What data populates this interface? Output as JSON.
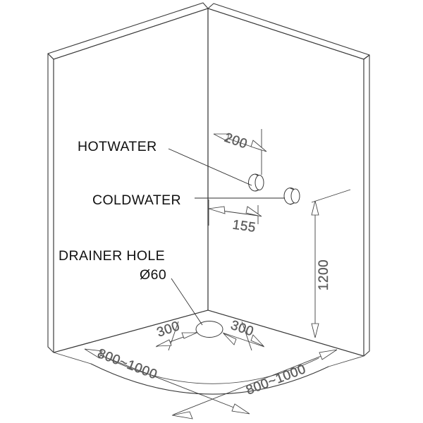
{
  "drawing": {
    "type": "isometric-technical-drawing",
    "subject": "corner shower enclosure with two wall panels and curved shower tray",
    "units": "mm",
    "line_color": "#3a3a3a",
    "dim_text_color": "#5c5c5c",
    "label_text_color": "#111111",
    "background": "#ffffff"
  },
  "labels": {
    "hot_water": "HOTWATER",
    "cold_water": "COLDWATER",
    "drainer_hole": "DRAINER HOLE",
    "drainer_diameter": "Ø60"
  },
  "dimensions": {
    "hot_offset_from_corner": "200",
    "cold_offset_from_corner": "155",
    "wall_height": "1200",
    "drain_left_offset": "300",
    "drain_right_offset": "300",
    "tray_width_left": "800~1000",
    "tray_width_right": "800~1000"
  },
  "components": {
    "hot_valve": "hot-water-valve-fitting",
    "cold_valve": "cold-water-valve-fitting",
    "drain": "drain-hole-ellipse",
    "left_panel": "left-wall-panel",
    "right_panel": "right-wall-panel",
    "tray": "shower-tray-base"
  }
}
